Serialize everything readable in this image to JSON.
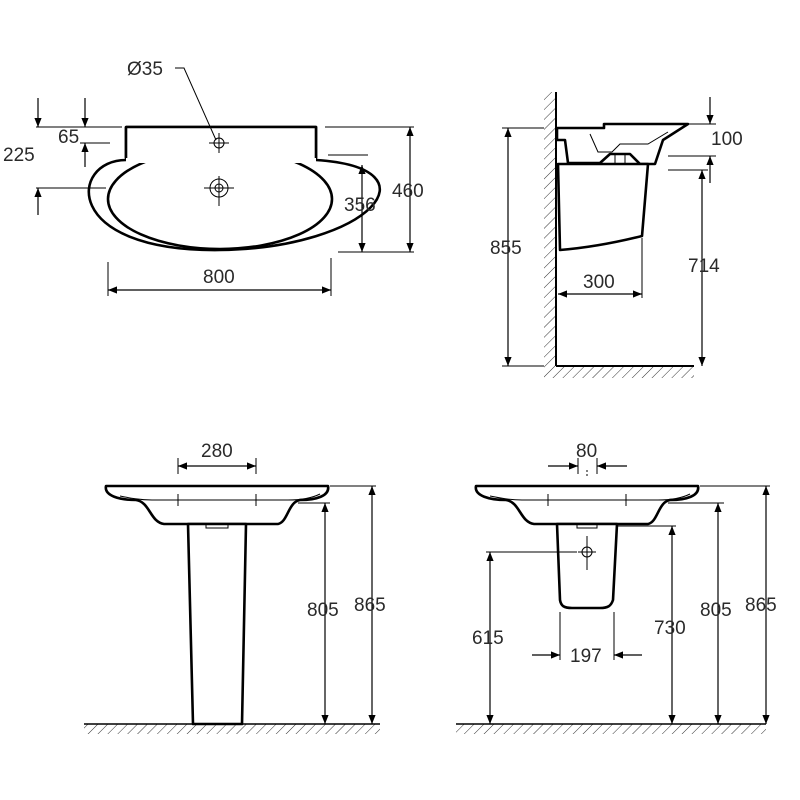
{
  "views": {
    "top": {
      "hole_diameter": "Ø35",
      "back_depth": "65",
      "tap_offset": "225",
      "bowl_depth": "356",
      "total_depth": "460",
      "total_width": "800"
    },
    "side": {
      "basin_height": "100",
      "total_height": "855",
      "rim_height": "714",
      "projection": "300"
    },
    "pedestal": {
      "width": "280",
      "underside_height": "805",
      "rim_height": "865"
    },
    "semi_pedestal": {
      "width": "80",
      "bottom_width": "197",
      "waste_height": "615",
      "pedestal_height": "730",
      "underside_height": "805",
      "rim_height": "865"
    }
  },
  "colors": {
    "line": "#000000",
    "text": "#2a2a2a",
    "background": "#ffffff"
  }
}
